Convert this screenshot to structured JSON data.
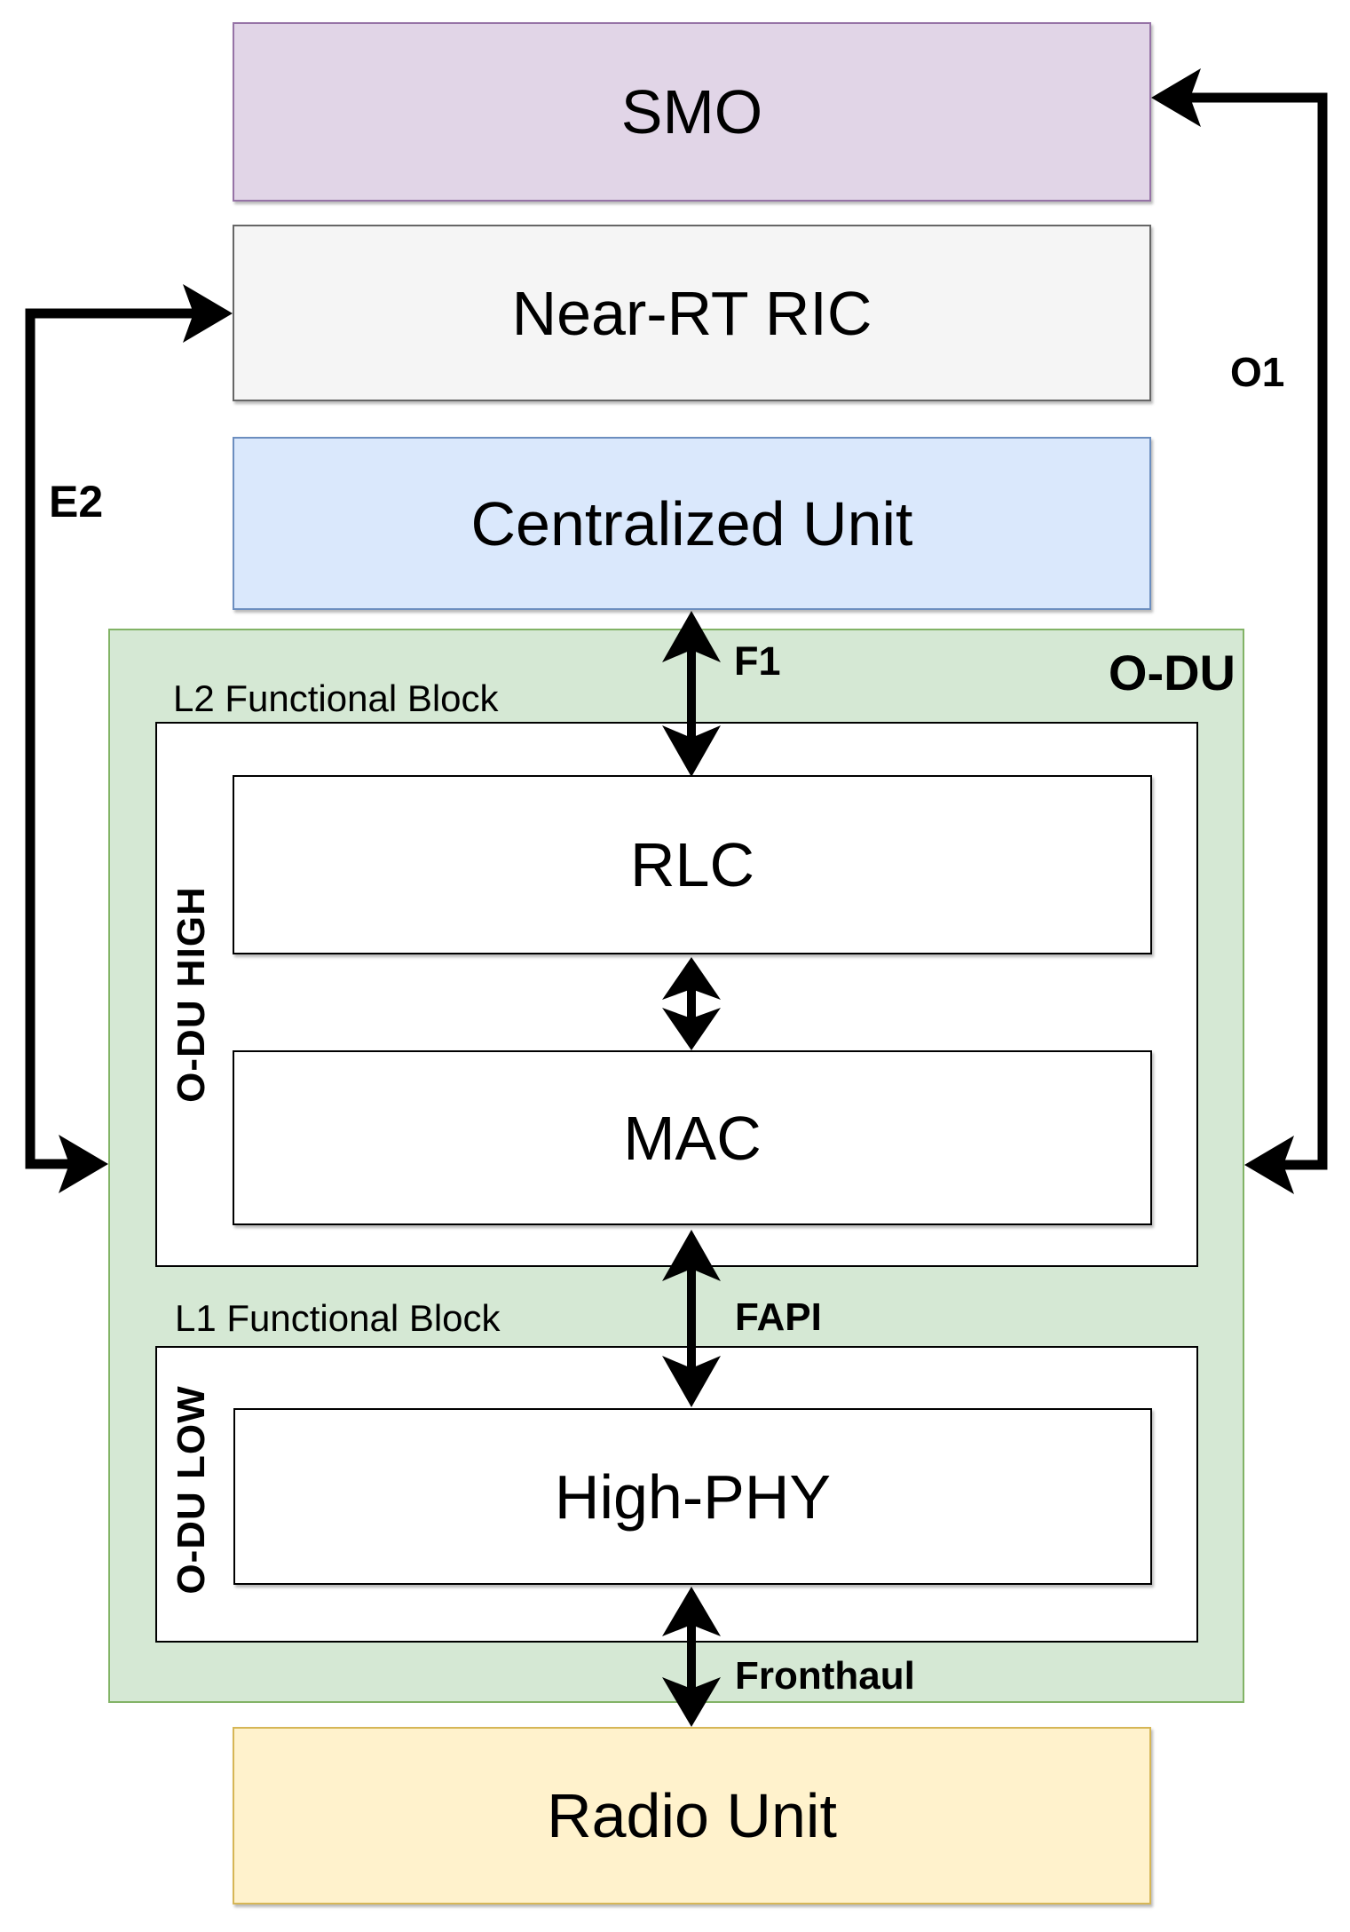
{
  "diagram": {
    "boxes": {
      "smo": {
        "label": "SMO",
        "fill": "#e1d5e7",
        "border": "#9673a6"
      },
      "near_rt_ric": {
        "label": "Near-RT RIC",
        "fill": "#f5f5f5",
        "border": "#666666"
      },
      "centralized_unit": {
        "label": "Centralized Unit",
        "fill": "#dae8fc",
        "border": "#6c8ebf"
      },
      "odu": {
        "label": "O-DU",
        "fill": "#d5e8d4",
        "border": "#82b366"
      },
      "l2_block": {
        "label": "L2 Functional Block",
        "fill": "#ffffff",
        "border": "#000000"
      },
      "odu_high": {
        "label": "O-DU HIGH"
      },
      "rlc": {
        "label": "RLC",
        "fill": "#ffffff",
        "border": "#000000"
      },
      "mac": {
        "label": "MAC",
        "fill": "#ffffff",
        "border": "#000000"
      },
      "l1_block": {
        "label": "L1 Functional Block",
        "fill": "#ffffff",
        "border": "#000000"
      },
      "odu_low": {
        "label": "O-DU LOW"
      },
      "high_phy": {
        "label": "High-PHY",
        "fill": "#ffffff",
        "border": "#000000"
      },
      "radio_unit": {
        "label": "Radio Unit",
        "fill": "#fff2cc",
        "border": "#d6b656"
      }
    },
    "interfaces": {
      "e2": {
        "label": "E2"
      },
      "o1": {
        "label": "O1"
      },
      "f1": {
        "label": "F1"
      },
      "fapi": {
        "label": "FAPI"
      },
      "fronthaul": {
        "label": "Fronthaul"
      }
    },
    "connector_color": "#000000"
  }
}
